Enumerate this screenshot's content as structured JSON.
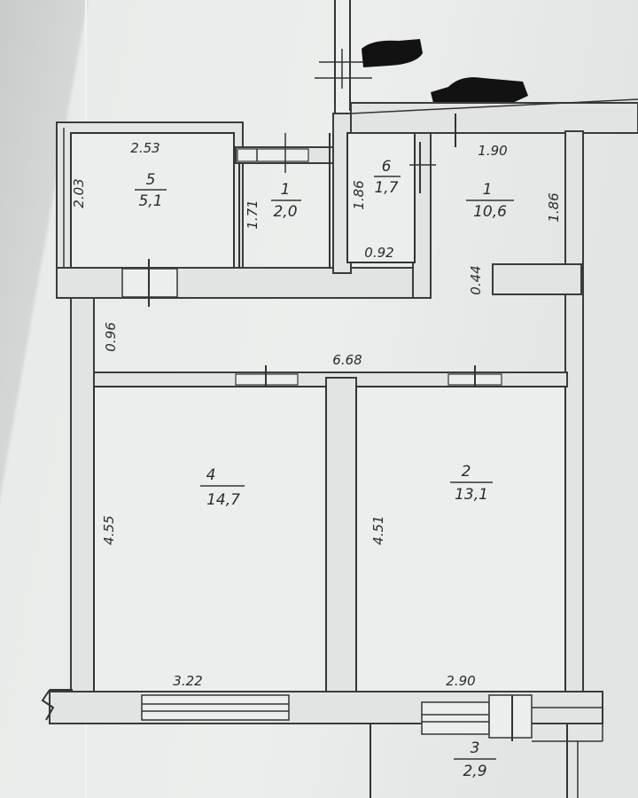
{
  "rooms": [
    {
      "id": "r5",
      "number": "5",
      "area": "5,1"
    },
    {
      "id": "r1a",
      "number": "1",
      "area": "2,0"
    },
    {
      "id": "r6",
      "number": "6",
      "area": "1,7"
    },
    {
      "id": "r1b",
      "number": "1",
      "area": "10,6"
    },
    {
      "id": "r4",
      "number": "4",
      "area": "14,7"
    },
    {
      "id": "r2",
      "number": "2",
      "area": "13,1"
    },
    {
      "id": "r3",
      "number": "3",
      "area": "2,9"
    }
  ],
  "dimensions": {
    "r5_width": "2.53",
    "r5_height": "2.03",
    "r1a_height": "1.71",
    "r6_height": "1.86",
    "r6_width": "0.92",
    "r1b_width": "1.90",
    "r1b_height": "1.86",
    "niche": "0.44",
    "corridor": "0.96",
    "overall_width": "6.68",
    "r4_height": "4.55",
    "r4_width": "3.22",
    "r2_height": "4.51",
    "r2_width": "2.90"
  },
  "colors": {
    "paper": "#eceeed",
    "wall_fill": "#e2e4e3",
    "line": "#333333",
    "redaction": "#121212"
  }
}
